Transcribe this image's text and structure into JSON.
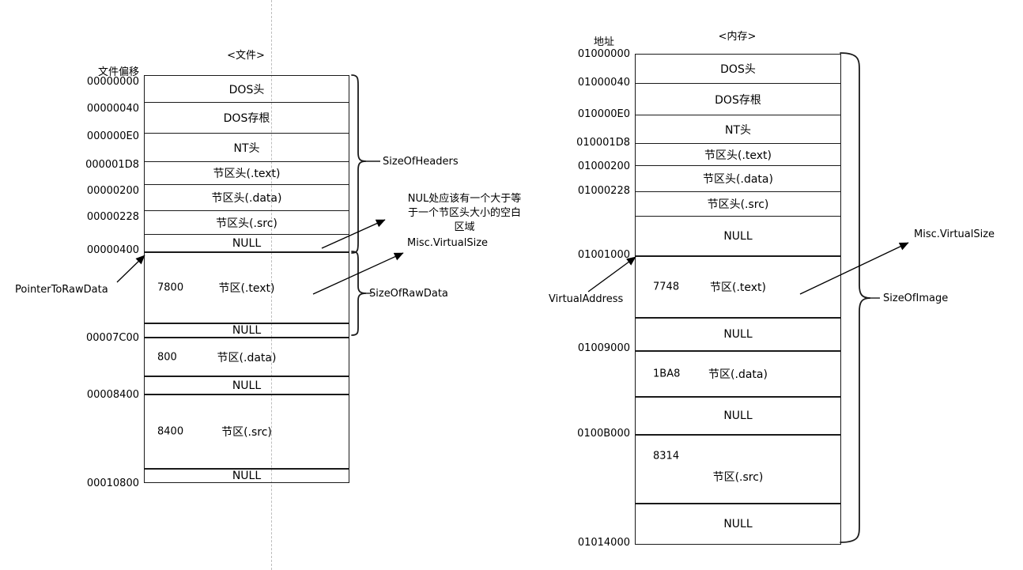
{
  "colors": {
    "line": "#000000",
    "border": "#1a1a1a",
    "guide": "#bdbdbd",
    "background": "#ffffff",
    "text": "#000000"
  },
  "file_diagram": {
    "axis_label": "文件偏移",
    "title": "<文件>",
    "addresses": [
      "00000000",
      "00000040",
      "000000E0",
      "000001D8",
      "00000200",
      "00000228",
      "00000400",
      "00007C00",
      "00008400",
      "00010800"
    ],
    "rows": [
      {
        "label": "DOS头"
      },
      {
        "label": "DOS存根"
      },
      {
        "label": "NT头"
      },
      {
        "label": "节区头(.text)"
      },
      {
        "label": "节区头(.data)"
      },
      {
        "label": "节区头(.src)"
      },
      {
        "label": "NULL"
      },
      {
        "size": "7800",
        "label": "节区(.text)"
      },
      {
        "label": "NULL"
      },
      {
        "size": "800",
        "label": "节区(.data)"
      },
      {
        "label": "NULL"
      },
      {
        "size": "8400",
        "label": "节区(.src)"
      },
      {
        "label": "NULL"
      }
    ],
    "annotations": {
      "size_of_headers": "SizeOfHeaders",
      "nul_note_lines": [
        "NUL处应该有一个大于等",
        "于一个节区头大小的空白",
        "区域"
      ],
      "misc_virtual_size": "Misc.VirtualSize",
      "size_of_raw_data": "SizeOfRawData",
      "pointer_to_raw_data": "PointerToRawData"
    }
  },
  "memory_diagram": {
    "axis_label": "地址",
    "title": "<内存>",
    "addresses": [
      "01000000",
      "01000040",
      "010000E0",
      "010001D8",
      "01000200",
      "01000228",
      "01001000",
      "01009000",
      "0100B000",
      "01014000"
    ],
    "rows": [
      {
        "label": "DOS头"
      },
      {
        "label": "DOS存根"
      },
      {
        "label": "NT头"
      },
      {
        "label": "节区头(.text)"
      },
      {
        "label": "节区头(.data)"
      },
      {
        "label": "节区头(.src)"
      },
      {
        "label": "NULL"
      },
      {
        "size": "7748",
        "label": "节区(.text)"
      },
      {
        "label": "NULL"
      },
      {
        "size": "1BA8",
        "label": "节区(.data)"
      },
      {
        "label": "NULL"
      },
      {
        "size": "8314",
        "label": "节区(.src)"
      },
      {
        "label": "NULL"
      }
    ],
    "annotations": {
      "virtual_address": "VirtualAddress",
      "misc_virtual_size": "Misc.VirtualSize",
      "size_of_image": "SizeOfImage"
    }
  }
}
